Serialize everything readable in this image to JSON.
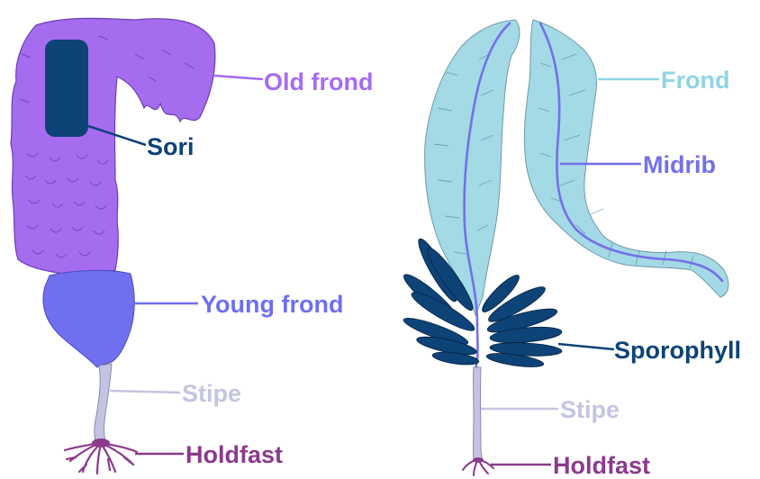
{
  "left_diagram": {
    "labels": {
      "old_frond": "Old frond",
      "sori": "Sori",
      "young_frond": "Young frond",
      "stipe": "Stipe",
      "holdfast": "Holdfast"
    }
  },
  "right_diagram": {
    "labels": {
      "frond": "Frond",
      "midrib": "Midrib",
      "sporophyll": "Sporophyll",
      "stipe": "Stipe",
      "holdfast": "Holdfast"
    }
  },
  "colors": {
    "old_frond": "#a56cf0",
    "sori": "#0d4377",
    "young_frond": "#6f6ff0",
    "stipe": "#c4c4e2",
    "holdfast": "#8b3a8c",
    "frond": "#a4d9e6",
    "frond_label": "#8fd4e6",
    "midrib": "#7470ea",
    "sporophyll": "#0d4377"
  }
}
